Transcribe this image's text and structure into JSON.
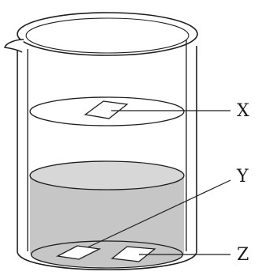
{
  "labels": {
    "x": "X",
    "y": "Y",
    "z": "Z"
  },
  "colors": {
    "outline": "#1e1e1e",
    "upper_liquid": "#ffffff",
    "lower_liquid": "#c6c6c6",
    "lower_surface": "#d7d7d7",
    "background": "#ffffff"
  }
}
